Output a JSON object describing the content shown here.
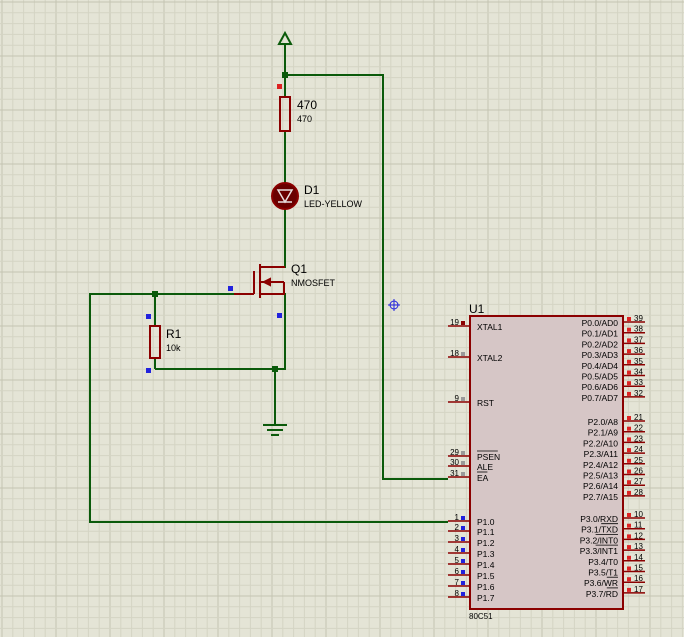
{
  "colors": {
    "background": "#e4e4d6",
    "grid_minor": "#d4d4c4",
    "grid_major": "#c4c4b2",
    "wire": "#0b5a0b",
    "component": "#8b0000",
    "chip_fill": "#d6c6c6",
    "text": "#000000",
    "pin_blue": "#2222dd",
    "pin_red": "#dd2222"
  },
  "components": {
    "r2": {
      "ref": "470",
      "value": "470"
    },
    "d1": {
      "ref": "D1",
      "value": "LED-YELLOW"
    },
    "q1": {
      "ref": "Q1",
      "value": "NMOSFET"
    },
    "r1": {
      "ref": "R1",
      "value": "10k"
    },
    "u1": {
      "ref": "U1",
      "part": "80C51"
    }
  },
  "u1_left_pins": [
    {
      "num": "19",
      "name": "XTAL1"
    },
    {
      "num": "18",
      "name": "XTAL2"
    },
    {
      "num": "9",
      "name": "RST"
    },
    {
      "num": "29",
      "name": "PSEN"
    },
    {
      "num": "30",
      "name": "ALE"
    },
    {
      "num": "31",
      "name": "EA"
    },
    {
      "num": "1",
      "name": "P1.0"
    },
    {
      "num": "2",
      "name": "P1.1"
    },
    {
      "num": "3",
      "name": "P1.2"
    },
    {
      "num": "4",
      "name": "P1.3"
    },
    {
      "num": "5",
      "name": "P1.4"
    },
    {
      "num": "6",
      "name": "P1.5"
    },
    {
      "num": "7",
      "name": "P1.6"
    },
    {
      "num": "8",
      "name": "P1.7"
    }
  ],
  "u1_right_pins": [
    {
      "num": "39",
      "name": "P0.0/AD0"
    },
    {
      "num": "38",
      "name": "P0.1/AD1"
    },
    {
      "num": "37",
      "name": "P0.2/AD2"
    },
    {
      "num": "36",
      "name": "P0.3/AD3"
    },
    {
      "num": "35",
      "name": "P0.4/AD4"
    },
    {
      "num": "34",
      "name": "P0.5/AD5"
    },
    {
      "num": "33",
      "name": "P0.6/AD6"
    },
    {
      "num": "32",
      "name": "P0.7/AD7"
    },
    {
      "num": "21",
      "name": "P2.0/A8"
    },
    {
      "num": "22",
      "name": "P2.1/A9"
    },
    {
      "num": "23",
      "name": "P2.2/A10"
    },
    {
      "num": "24",
      "name": "P2.3/A11"
    },
    {
      "num": "25",
      "name": "P2.4/A12"
    },
    {
      "num": "26",
      "name": "P2.5/A13"
    },
    {
      "num": "27",
      "name": "P2.6/A14"
    },
    {
      "num": "28",
      "name": "P2.7/A15"
    },
    {
      "num": "10",
      "name": "P3.0/RXD"
    },
    {
      "num": "11",
      "name": "P3.1/TXD"
    },
    {
      "num": "12",
      "name": "P3.2/INT0"
    },
    {
      "num": "13",
      "name": "P3.3/INT1"
    },
    {
      "num": "14",
      "name": "P3.4/T0"
    },
    {
      "num": "15",
      "name": "P3.5/T1"
    },
    {
      "num": "16",
      "name": "P3.6/WR"
    },
    {
      "num": "17",
      "name": "P3.7/RD"
    }
  ]
}
